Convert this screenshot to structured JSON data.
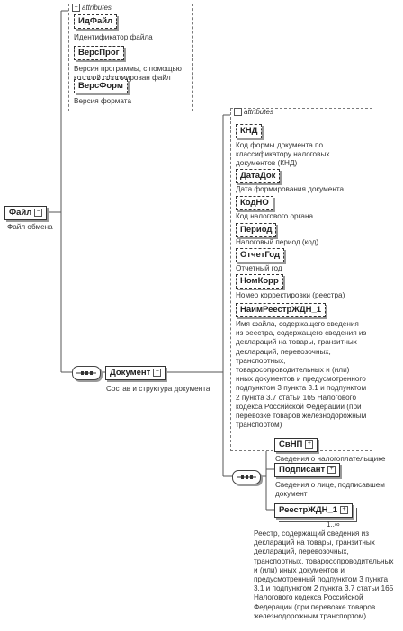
{
  "root": {
    "name": "Файл",
    "desc": "Файл обмена"
  },
  "file_attrs": {
    "header": "attributes",
    "items": [
      {
        "name": "ИдФайл",
        "desc": "Идентификатор файла"
      },
      {
        "name": "ВерсПрог",
        "desc": "Версия программы, с помощью которой сформирован файл"
      },
      {
        "name": "ВерсФорм",
        "desc": "Версия формата"
      }
    ]
  },
  "document": {
    "name": "Документ",
    "desc": "Состав и структура документа"
  },
  "doc_attrs": {
    "header": "attributes",
    "items": [
      {
        "name": "КНД",
        "desc": "Код формы документа по классификатору налоговых документов (КНД)"
      },
      {
        "name": "ДатаДок",
        "desc": "Дата формирования документа"
      },
      {
        "name": "КодНО",
        "desc": "Код налогового органа"
      },
      {
        "name": "Период",
        "desc": "Налоговый период (код)"
      },
      {
        "name": "ОтчетГод",
        "desc": "Отчетный год"
      },
      {
        "name": "НомКорр",
        "desc": "Номер корректировки (реестра)"
      },
      {
        "name": "НаимРеестрЖДН_1",
        "desc": "Имя файла, содержащего сведения из реестра, содержащего сведения из деклараций на товары, транзитных деклараций, перевозочных, транспортных, товаросопроводительных и (или) иных документов и предусмотренного подпунктом 3 пункта 3.1 и подпунктом 2 пункта 3.7 статьи 165 Налогового кодекса Российской Федерации (при перевозке товаров железнодорожным транспортом)"
      }
    ]
  },
  "children": [
    {
      "name": "СвНП",
      "desc": "Сведения о налогоплательщике"
    },
    {
      "name": "Подписант",
      "desc": "Сведения о лице, подписавшем документ"
    },
    {
      "name": "РеестрЖДН_1",
      "cardinality": "1..∞",
      "desc": "Реестр, содержащий сведения из деклараций на товары, транзитных деклараций, перевозочных, транспортных, товаросопроводительных и (или) иных документов и предусмотренный подпунктом 3 пункта 3.1 и подпунктом 2 пункта 3.7 статьи 165 Налогового кодекса Российской Федерации (при перевозке товаров железнодорожным транспортом)"
    }
  ],
  "colors": {
    "border": "#333333",
    "shadow": "#9a9a9a",
    "text": "#222222"
  }
}
